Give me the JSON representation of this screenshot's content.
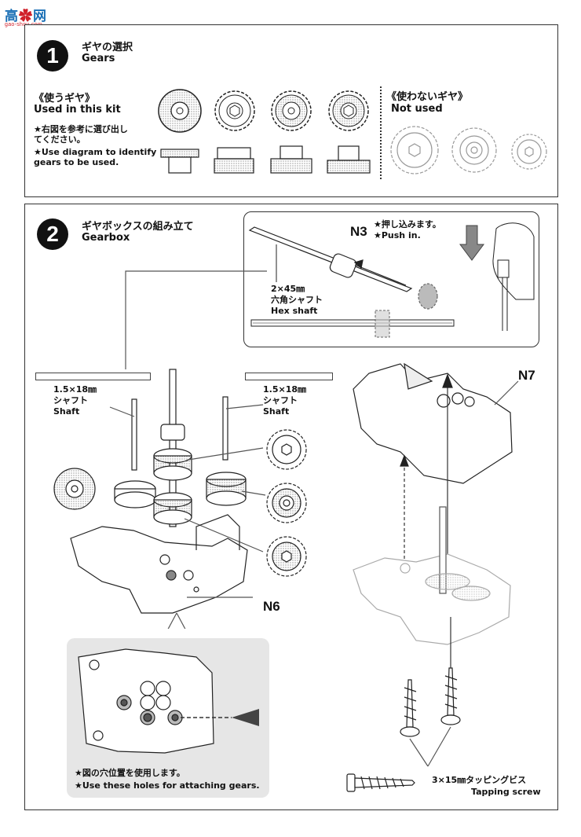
{
  "watermark": {
    "text_a": "高",
    "text_b": "网",
    "url": "gao-shou.com"
  },
  "step1": {
    "number": "1",
    "title_jp": "ギヤの選択",
    "title_en": "Gears",
    "used_jp": "《使うギヤ》",
    "used_en": "Used in this kit",
    "note_jp_1": "★右図を参考に選び出し",
    "note_jp_2": "てください。",
    "note_en_1": "★Use diagram to identify",
    "note_en_2": "gears to be used.",
    "notused_jp": "《使わないギヤ》",
    "notused_en": "Not used"
  },
  "step2": {
    "number": "2",
    "title_jp": "ギヤボックスの組み立て",
    "title_en": "Gearbox",
    "n3_label": "N3",
    "push_jp": "★押し込みます。",
    "push_en": "★Push in.",
    "hex_size": "2×45㎜",
    "hex_jp": "六角シャフト",
    "hex_en": "Hex shaft",
    "shaft_left_size": "1.5×18㎜",
    "shaft_left_jp": "シャフト",
    "shaft_left_en": "Shaft",
    "shaft_right_size": "1.5×18㎜",
    "shaft_right_jp": "シャフト",
    "shaft_right_en": "Shaft",
    "n7_label": "N7",
    "n6_label": "N6",
    "holes_jp": "★図の穴位置を使用します。",
    "holes_en": "★Use these holes for attaching gears.",
    "screw_jp": "3×15㎜タッピングビス",
    "screw_en": "Tapping screw"
  }
}
